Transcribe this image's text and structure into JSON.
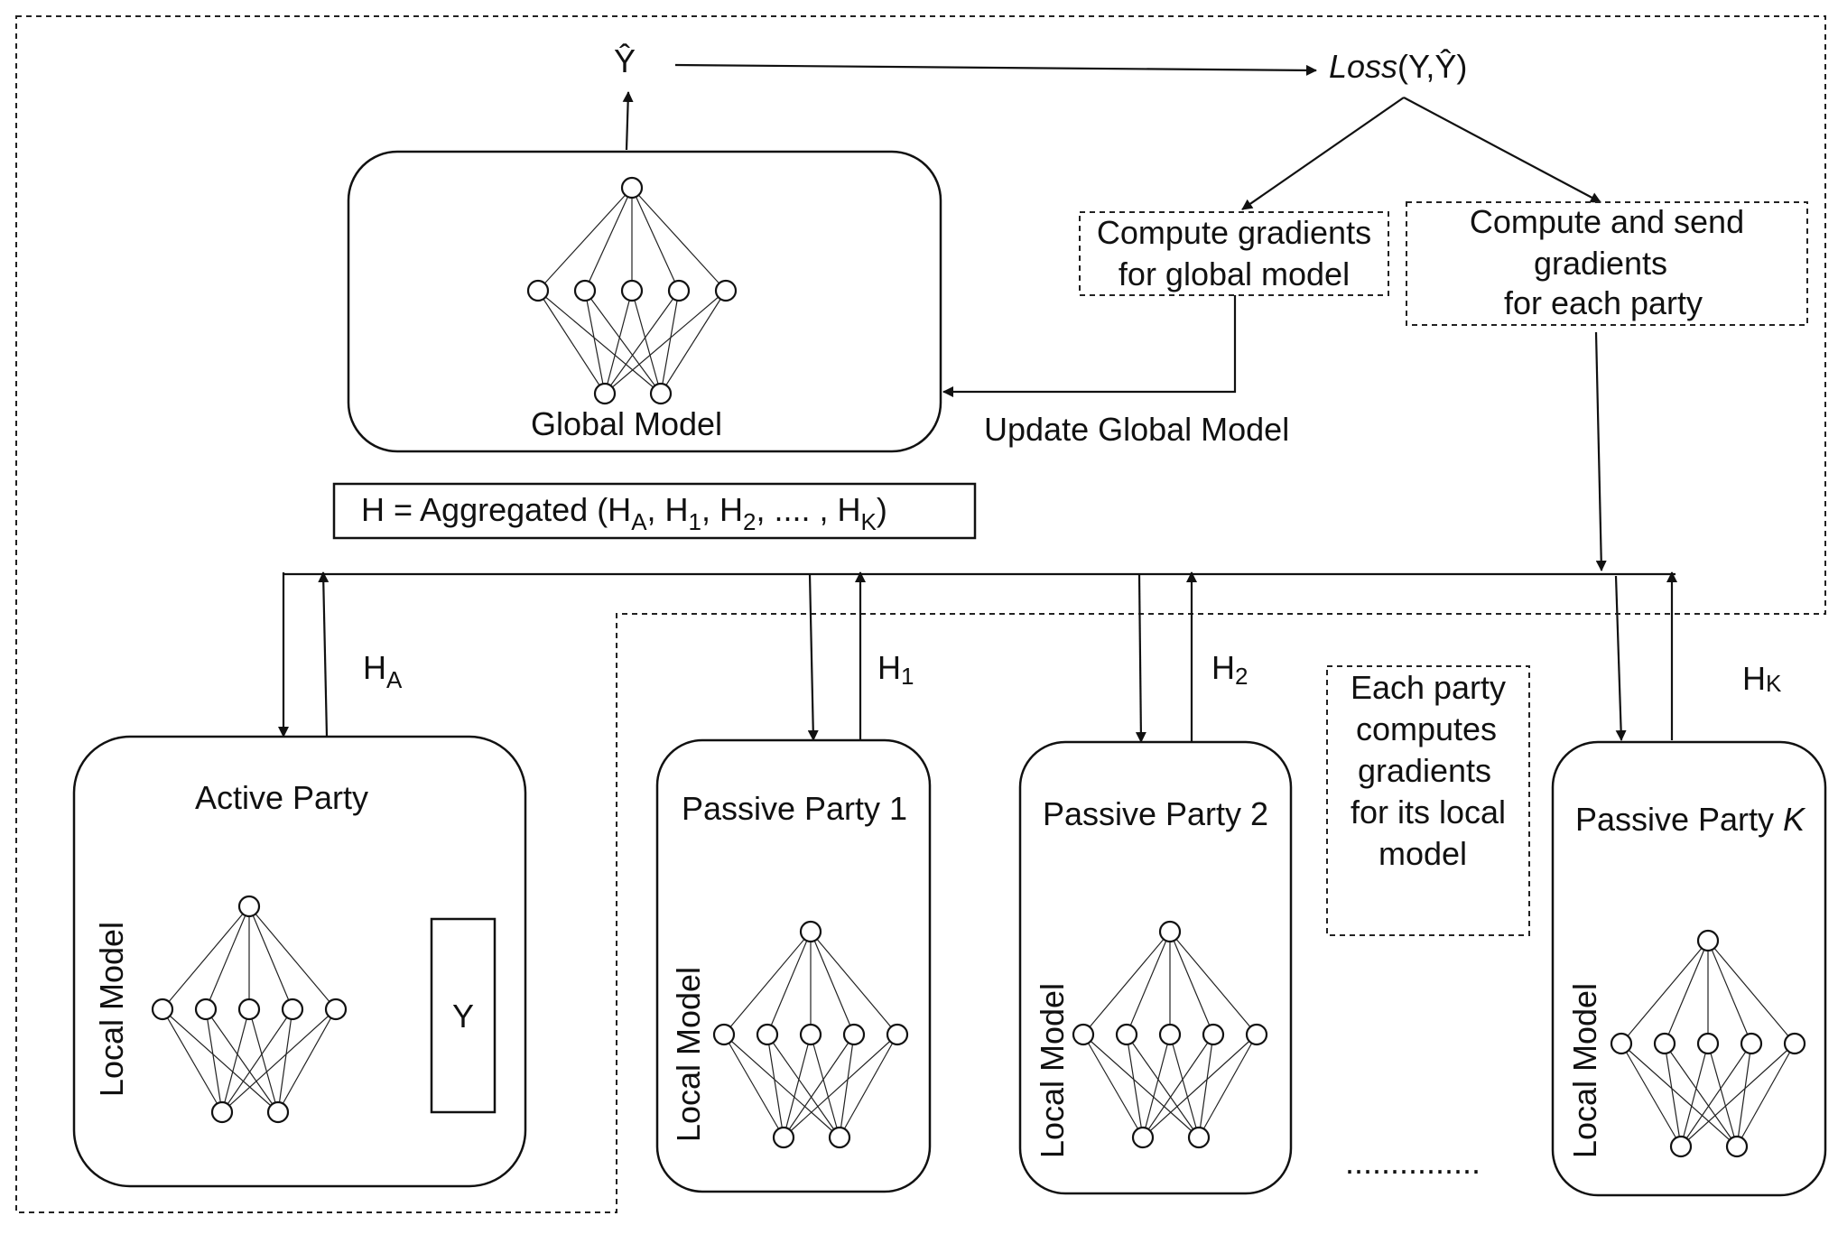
{
  "prediction": {
    "symbol": "Ŷ"
  },
  "loss": {
    "italic": "Loss",
    "args": "(Y,Ŷ)"
  },
  "global_model": {
    "label": "Global Model"
  },
  "compute_global": {
    "line1": "Compute gradients",
    "line2": "for global model"
  },
  "compute_send": {
    "line1": "Compute and send",
    "line2": "gradients",
    "line3": "for each party"
  },
  "update_label": "Update Global Model",
  "aggregation": {
    "prefix": "H =  Aggregated (H",
    "subA": "A",
    "sep1": ", H",
    "sub1": "1",
    "sep2": ", H",
    "sub2": "2",
    "sep3": ", .... , H",
    "subK": "K",
    "close": ")"
  },
  "embeddings": {
    "ha_main": "H",
    "ha_sub": "A",
    "h1_main": "H",
    "h1_sub": "1",
    "h2_main": "H",
    "h2_sub": "2",
    "hk_main": "H",
    "hk_sub": "K"
  },
  "active_party": {
    "title": "Active Party",
    "local_model": "Local Model",
    "labels": "Y"
  },
  "passive_parties": [
    {
      "title": "Passive Party 1",
      "local_model": "Local Model"
    },
    {
      "title": "Passive Party 2",
      "local_model": "Local Model"
    },
    {
      "title_prefix": "Passive Party ",
      "title_italic": "K",
      "local_model": "Local Model"
    }
  ],
  "note": {
    "line1": "Each party",
    "line2": "computes",
    "line3": "gradients",
    "line4": "for its local",
    "line5": "model"
  },
  "ellipsis": "..............."
}
